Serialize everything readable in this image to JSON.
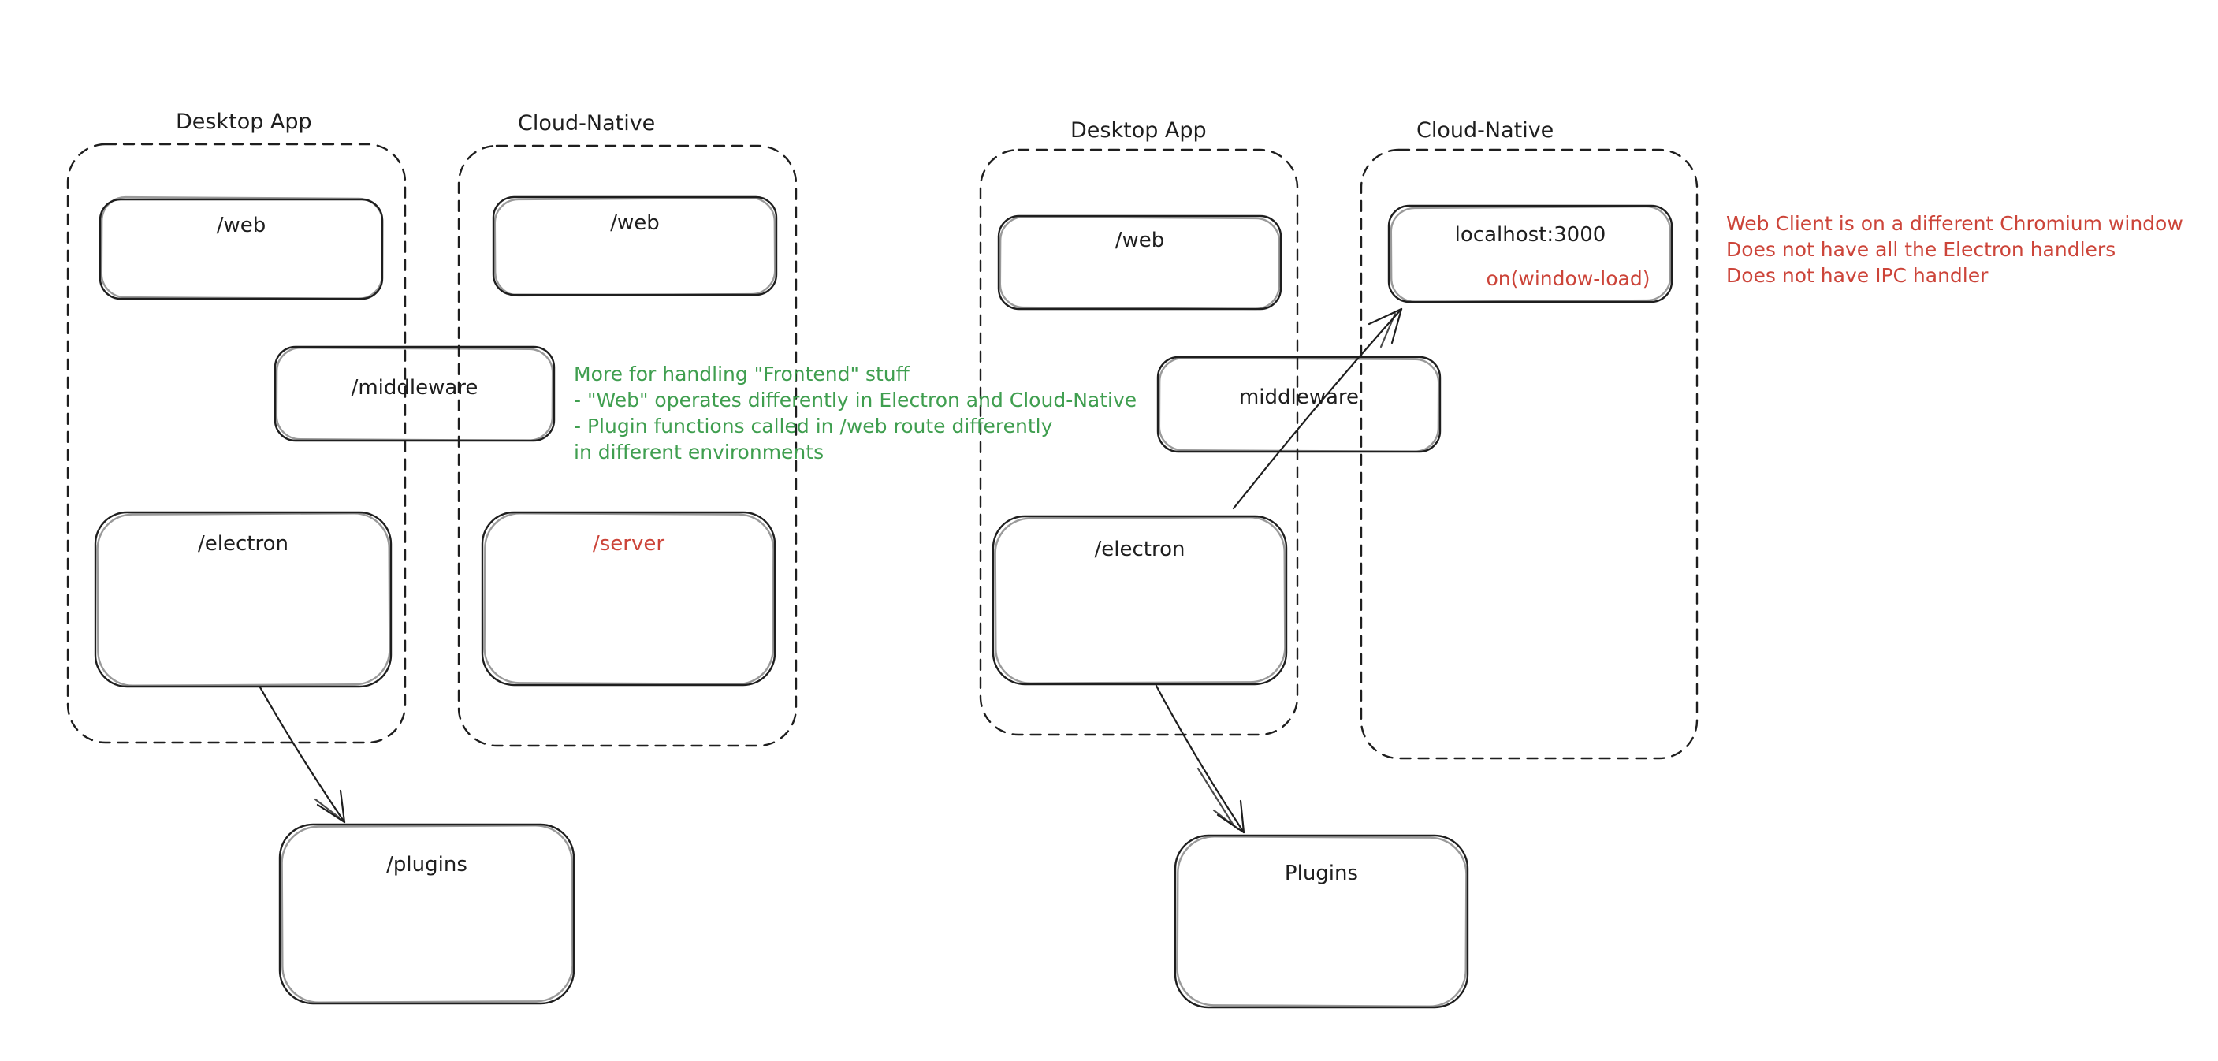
{
  "colors": {
    "background": "#ffffff",
    "ink": "#1e1e1e",
    "green": "#3f9e4f",
    "red": "#cc4439"
  },
  "left_diagram": {
    "desktop_app": {
      "title": "Desktop App",
      "web": "/web",
      "electron": "/electron"
    },
    "cloud_native": {
      "title": "Cloud-Native",
      "web": "/web",
      "server": "/server"
    },
    "middleware": "/middleware",
    "plugins": "/plugins",
    "note": {
      "lines": [
        "More for handling \"Frontend\" stuff",
        "- \"Web\" operates differently in Electron and Cloud-Native",
        "- Plugin functions called in /web route differently",
        "in different environments"
      ]
    }
  },
  "right_diagram": {
    "desktop_app": {
      "title": "Desktop App",
      "web": "/web",
      "electron": "/electron"
    },
    "cloud_native": {
      "title": "Cloud-Native",
      "localhost": "localhost:3000",
      "window_load": "on(window-load)"
    },
    "middleware": "middleware",
    "plugins": "Plugins",
    "note": {
      "lines": [
        "Web Client is on a different Chromium window",
        "Does not have all the Electron handlers",
        "Does not have IPC handler"
      ]
    }
  }
}
